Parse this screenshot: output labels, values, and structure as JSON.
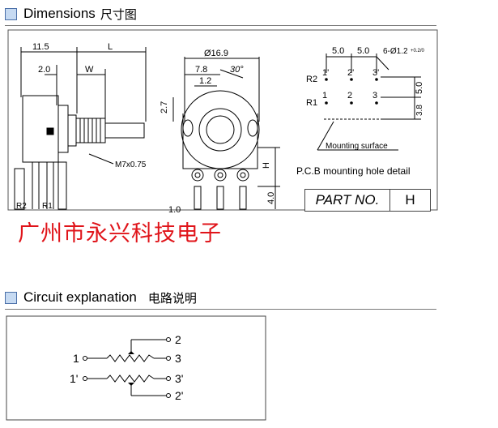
{
  "dimensions": {
    "title_en": "Dimensions",
    "title_cn": "尺寸图",
    "side_view": {
      "dim_11_5": "11.5",
      "dim_L": "L",
      "dim_2_0": "2.0",
      "dim_W": "W",
      "thread": "M7x0.75",
      "pin_R2": "R2",
      "pin_R1": "R1"
    },
    "front_view": {
      "diameter": "Ø16.9",
      "dim_7_8": "7.8",
      "angle": "30°",
      "dim_1_2": "1.2",
      "dim_2_7": "2.7",
      "dim_H": "H",
      "dim_4_0": "4.0",
      "dim_1_0": "1.0"
    },
    "pcb": {
      "dim_5_0_a": "5.0",
      "dim_5_0_b": "5.0",
      "hole_spec": "6-Ø1.2",
      "hole_tol": "+0.2/0",
      "row_R2": "R2",
      "row_R1": "R1",
      "pin_1p": "1'",
      "pin_2p": "2'",
      "pin_3p": "3'",
      "pin_1": "1",
      "pin_2": "2",
      "pin_3": "3",
      "dim_5_0_v": "5.0",
      "dim_3_8": "3.8",
      "mounting_surface": "Mounting surface",
      "caption": "P.C.B mounting hole detail"
    },
    "part_no_label": "PART NO.",
    "part_no_value": "H"
  },
  "company_name": "广州市永兴科技电子",
  "circuit": {
    "title_en": "Circuit explanation",
    "title_cn": "电路说明",
    "label_1": "1",
    "label_1p": "1'",
    "label_2": "2",
    "label_3": "3",
    "label_3p": "3'",
    "label_2p": "2'"
  }
}
